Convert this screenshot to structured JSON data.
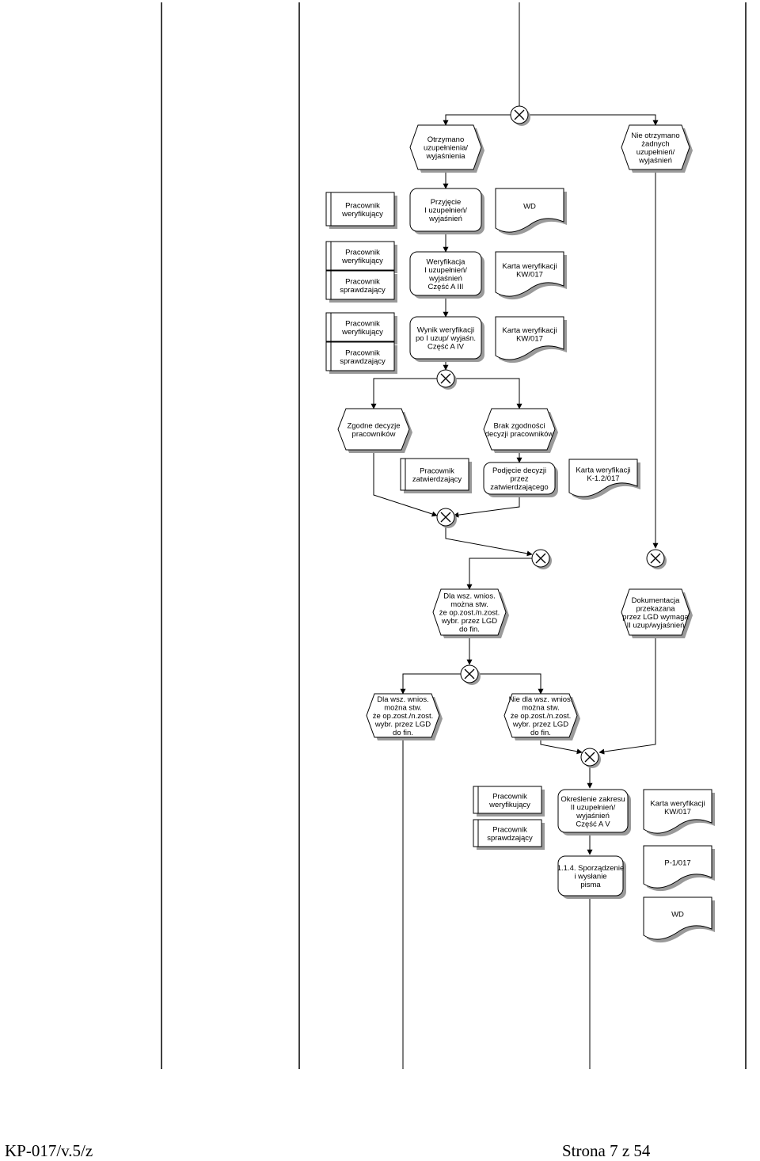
{
  "footer": {
    "left": "KP-017/v.5/z",
    "right": "Strona 7 z 54"
  },
  "events": {
    "otrzymano": [
      "Otrzymano",
      "uzupełnienia/",
      "wyjaśnienia"
    ],
    "nie_otrzymano": [
      "Nie otrzymano",
      "żadnych",
      "uzupełnień/",
      "wyjaśnień"
    ],
    "zgodne": [
      "Zgodne decyzje",
      "pracowników"
    ],
    "brak": [
      "Brak zgodności",
      "decyzji pracowników"
    ],
    "dla_wsz_1": [
      "Dla wsz. wnios.",
      "można stw.",
      "że op.zost./n.zost.",
      "wybr. przez LGD",
      "do fin."
    ],
    "dokumentacja": [
      "Dokumentacja",
      "przekazana",
      "przez LGD wymaga",
      "II uzup/wyjaśnień"
    ],
    "dla_wsz_2": [
      "Dla wsz. wnios.",
      "można stw.",
      "że op.zost./n.zost.",
      "wybr. przez LGD",
      "do fin."
    ],
    "nie_dla_wsz": [
      "Nie dla wsz. wnios.",
      "można stw.",
      "że op.zost./n.zost.",
      "wybr. przez LGD",
      "do fin."
    ]
  },
  "functions": {
    "przyjecie": [
      "Przyjęcie",
      "I uzupełnień/",
      "wyjaśnień"
    ],
    "weryfikacja": [
      "Weryfikacja",
      "I uzupełnień/",
      "wyjaśnień",
      "Część A III"
    ],
    "wynik": [
      "Wynik weryfikacji",
      "po I uzup/ wyjaśn.",
      "Część A IV"
    ],
    "podjecie": [
      "Podjęcie decyzji",
      "przez",
      "zatwierdzającego"
    ],
    "okreslenie": [
      "Określenie zakresu",
      "II uzupełnień/",
      "wyjaśnień",
      "Część A V"
    ],
    "sporzadzenie": [
      "1.1.4. Sporządzenie",
      "i wysłanie",
      "pisma"
    ]
  },
  "roles": {
    "weryfikujacy": [
      "Pracownik",
      "weryfikujący"
    ],
    "sprawdzajacy": [
      "Pracownik",
      "sprawdzający"
    ],
    "zatwierdzajacy": [
      "Pracownik",
      "zatwierdzający"
    ]
  },
  "documents": {
    "wd": [
      "WD"
    ],
    "karta_kw": [
      "Karta weryfikacji",
      "KW/017"
    ],
    "karta_k12": [
      "Karta weryfikacji",
      "K-1.2/017"
    ],
    "p1": [
      "P-1/017"
    ]
  },
  "colors": {
    "line": "#000000",
    "shadow": "#9a9a9a",
    "fill": "#ffffff"
  }
}
